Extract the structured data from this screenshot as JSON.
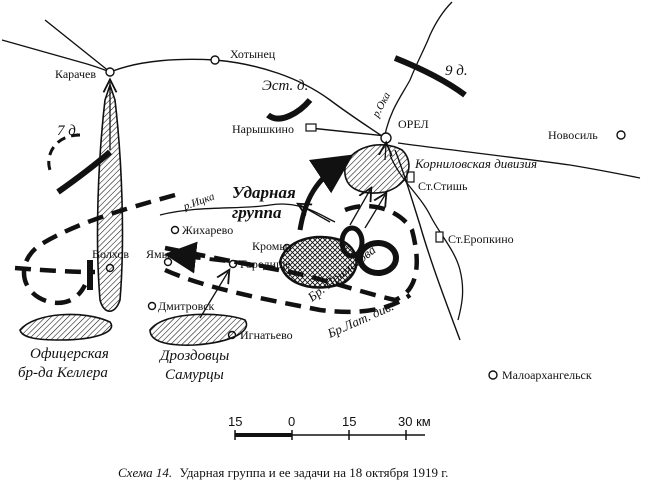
{
  "places": {
    "karachev": "Карачев",
    "khotynets": "Хотынец",
    "naryshkino": "Нарышкино",
    "orel": "ОРЕЛ",
    "novosil": "Новосиль",
    "st_stish": "Ст.Стишь",
    "st_eropkino": "Ст.Еропкино",
    "zhikharevo": "Жихарево",
    "kromy": "Кромы",
    "gorodishche": "Городище",
    "volkhov": "Волхов",
    "yamy": "Ямы",
    "dmitrovsk": "Дмитровск",
    "ignatyevo": "Игнатьево",
    "maloarkhangelsk": "Малоархангельск"
  },
  "rivers": {
    "oka": "р.Ока",
    "itsa": "р.Ицка"
  },
  "units": {
    "est_div": "Эст. д.",
    "div9": "9 д.",
    "div7": "7 д.",
    "kornilov": "Корниловская дивизия",
    "udarnaya_line1": "Ударная",
    "udarnaya_line2": "группа",
    "br_primakova": "Бр. Примакова",
    "br_lat_div": "Бр.Лат. див.",
    "officer_line1": "Офицерская",
    "officer_line2": "бр-да Келлера",
    "drozd_line1": "Дроздовцы",
    "drozd_line2": "Самурцы"
  },
  "scale": {
    "ticks": [
      "15",
      "0",
      "15",
      "30 км"
    ]
  },
  "caption": {
    "scheme": "Схема 14.",
    "text": "Ударная группа и ее задачи на 18 октября 1919 г."
  }
}
